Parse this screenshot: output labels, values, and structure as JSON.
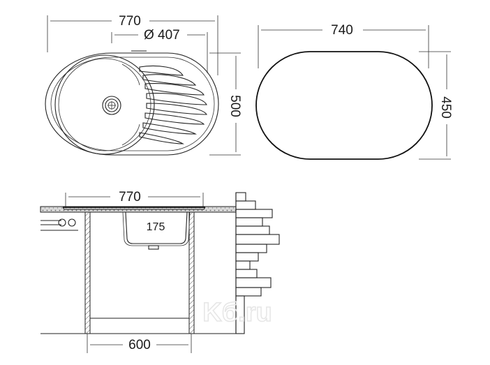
{
  "top_view": {
    "width_label": "770",
    "bowl_label": "407",
    "diameter_symbol": "Ø",
    "height_label": "500"
  },
  "cutout_view": {
    "width_label": "740",
    "height_label": "450"
  },
  "section_view": {
    "width_label": "770",
    "depth_label": "175",
    "cabinet_label": "600"
  },
  "watermark": "Kб.ru"
}
